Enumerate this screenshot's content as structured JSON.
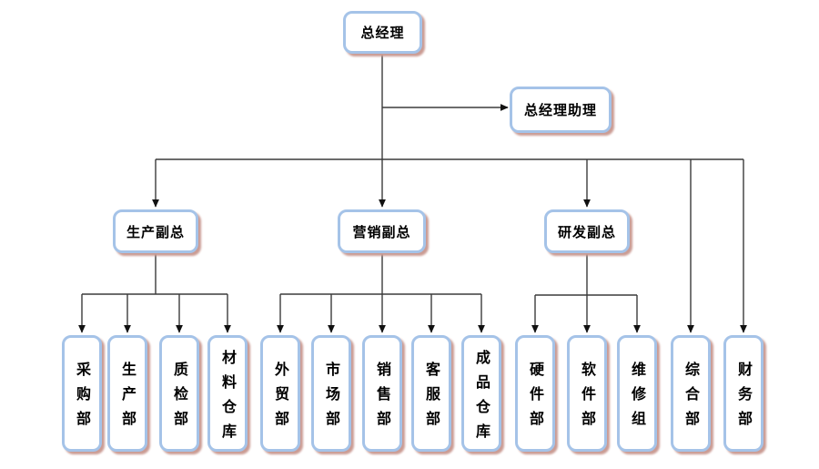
{
  "diagram": {
    "type": "org-chart",
    "nodes": {
      "general_manager": "总经理",
      "gm_assistant": "总经理助理",
      "vp_production": "生产副总",
      "vp_marketing": "营销副总",
      "vp_rnd": "研发副总",
      "purchasing_dept": "采购部",
      "production_dept": "生产部",
      "quality_dept": "质检部",
      "material_warehouse": "材料仓库",
      "foreign_trade_dept": "外贸部",
      "market_dept": "市场部",
      "sales_dept": "销售部",
      "customer_service_dept": "客服部",
      "finished_goods_warehouse": "成品仓库",
      "hardware_dept": "硬件部",
      "software_dept": "软件部",
      "maintenance_group": "维修组",
      "general_affairs_dept": "综合部",
      "finance_dept": "财务部"
    },
    "edges": [
      {
        "from": "general_manager",
        "to": [
          "gm_assistant",
          "vp_production",
          "vp_marketing",
          "vp_rnd",
          "general_affairs_dept",
          "finance_dept"
        ]
      },
      {
        "from": "vp_production",
        "to": [
          "purchasing_dept",
          "production_dept",
          "quality_dept",
          "material_warehouse"
        ]
      },
      {
        "from": "vp_marketing",
        "to": [
          "foreign_trade_dept",
          "market_dept",
          "sales_dept",
          "customer_service_dept",
          "finished_goods_warehouse"
        ]
      },
      {
        "from": "vp_rnd",
        "to": [
          "hardware_dept",
          "software_dept",
          "maintenance_group"
        ]
      }
    ]
  },
  "colors": {
    "bg": "#ffffff",
    "box_fill": "#ffffff",
    "box_border": "#a5c3e8",
    "box_shadow": "#cb9c94",
    "line": "#3b3b3b",
    "arrow": "#111111",
    "text": "#000000"
  }
}
